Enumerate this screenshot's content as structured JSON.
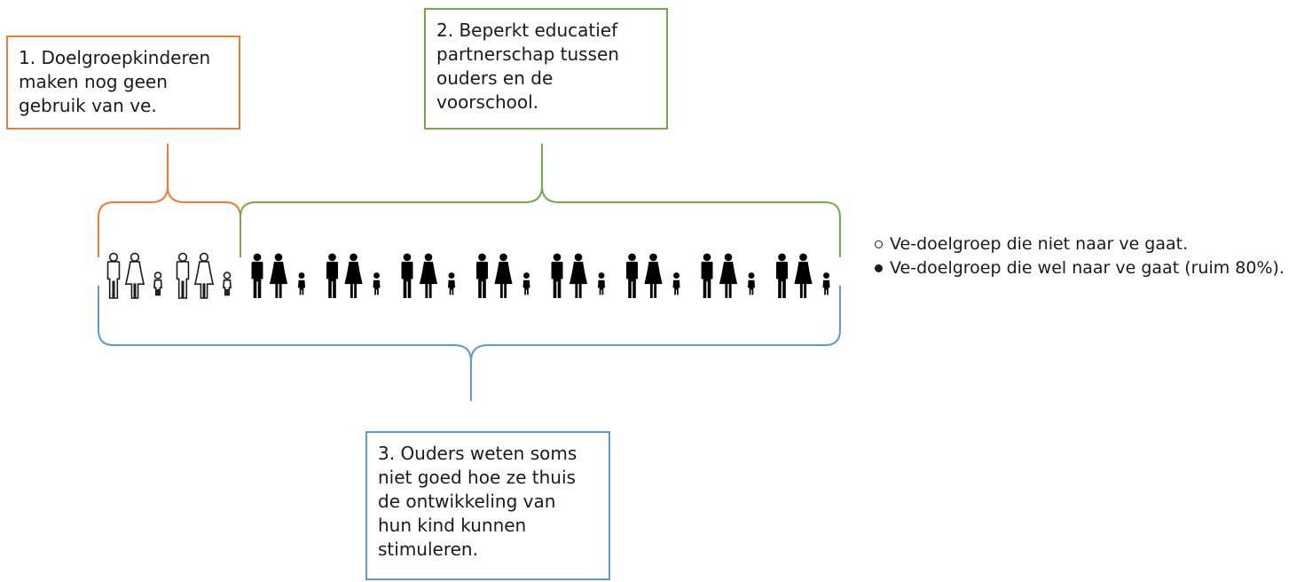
{
  "boxes": {
    "box1": {
      "lines": [
        "1. Doelgroepkinderen",
        "maken nog geen",
        "gebruik van ve."
      ],
      "color": "#ed7d31"
    },
    "box2": {
      "lines": [
        "2. Beperkt educatief",
        "partnerschap tussen",
        "ouders en de",
        "voorschool."
      ],
      "color": "#70ad47"
    },
    "box3": {
      "lines": [
        "3. Ouders weten soms",
        "niet goed hoe ze thuis",
        "de ontwikkeling van",
        "hun kind kunnen",
        "stimuleren."
      ],
      "color": "#5b9bd5"
    }
  },
  "legend": {
    "open": "Ve-doelgroep die niet naar ve gaat.",
    "filled": "Ve-doelgroep die wel naar ve gaat (ruim 80%)."
  },
  "families": {
    "outlined_count": 2,
    "filled_count": 8,
    "outline_color": "#1a1a1a",
    "fill_color": "#000000"
  }
}
